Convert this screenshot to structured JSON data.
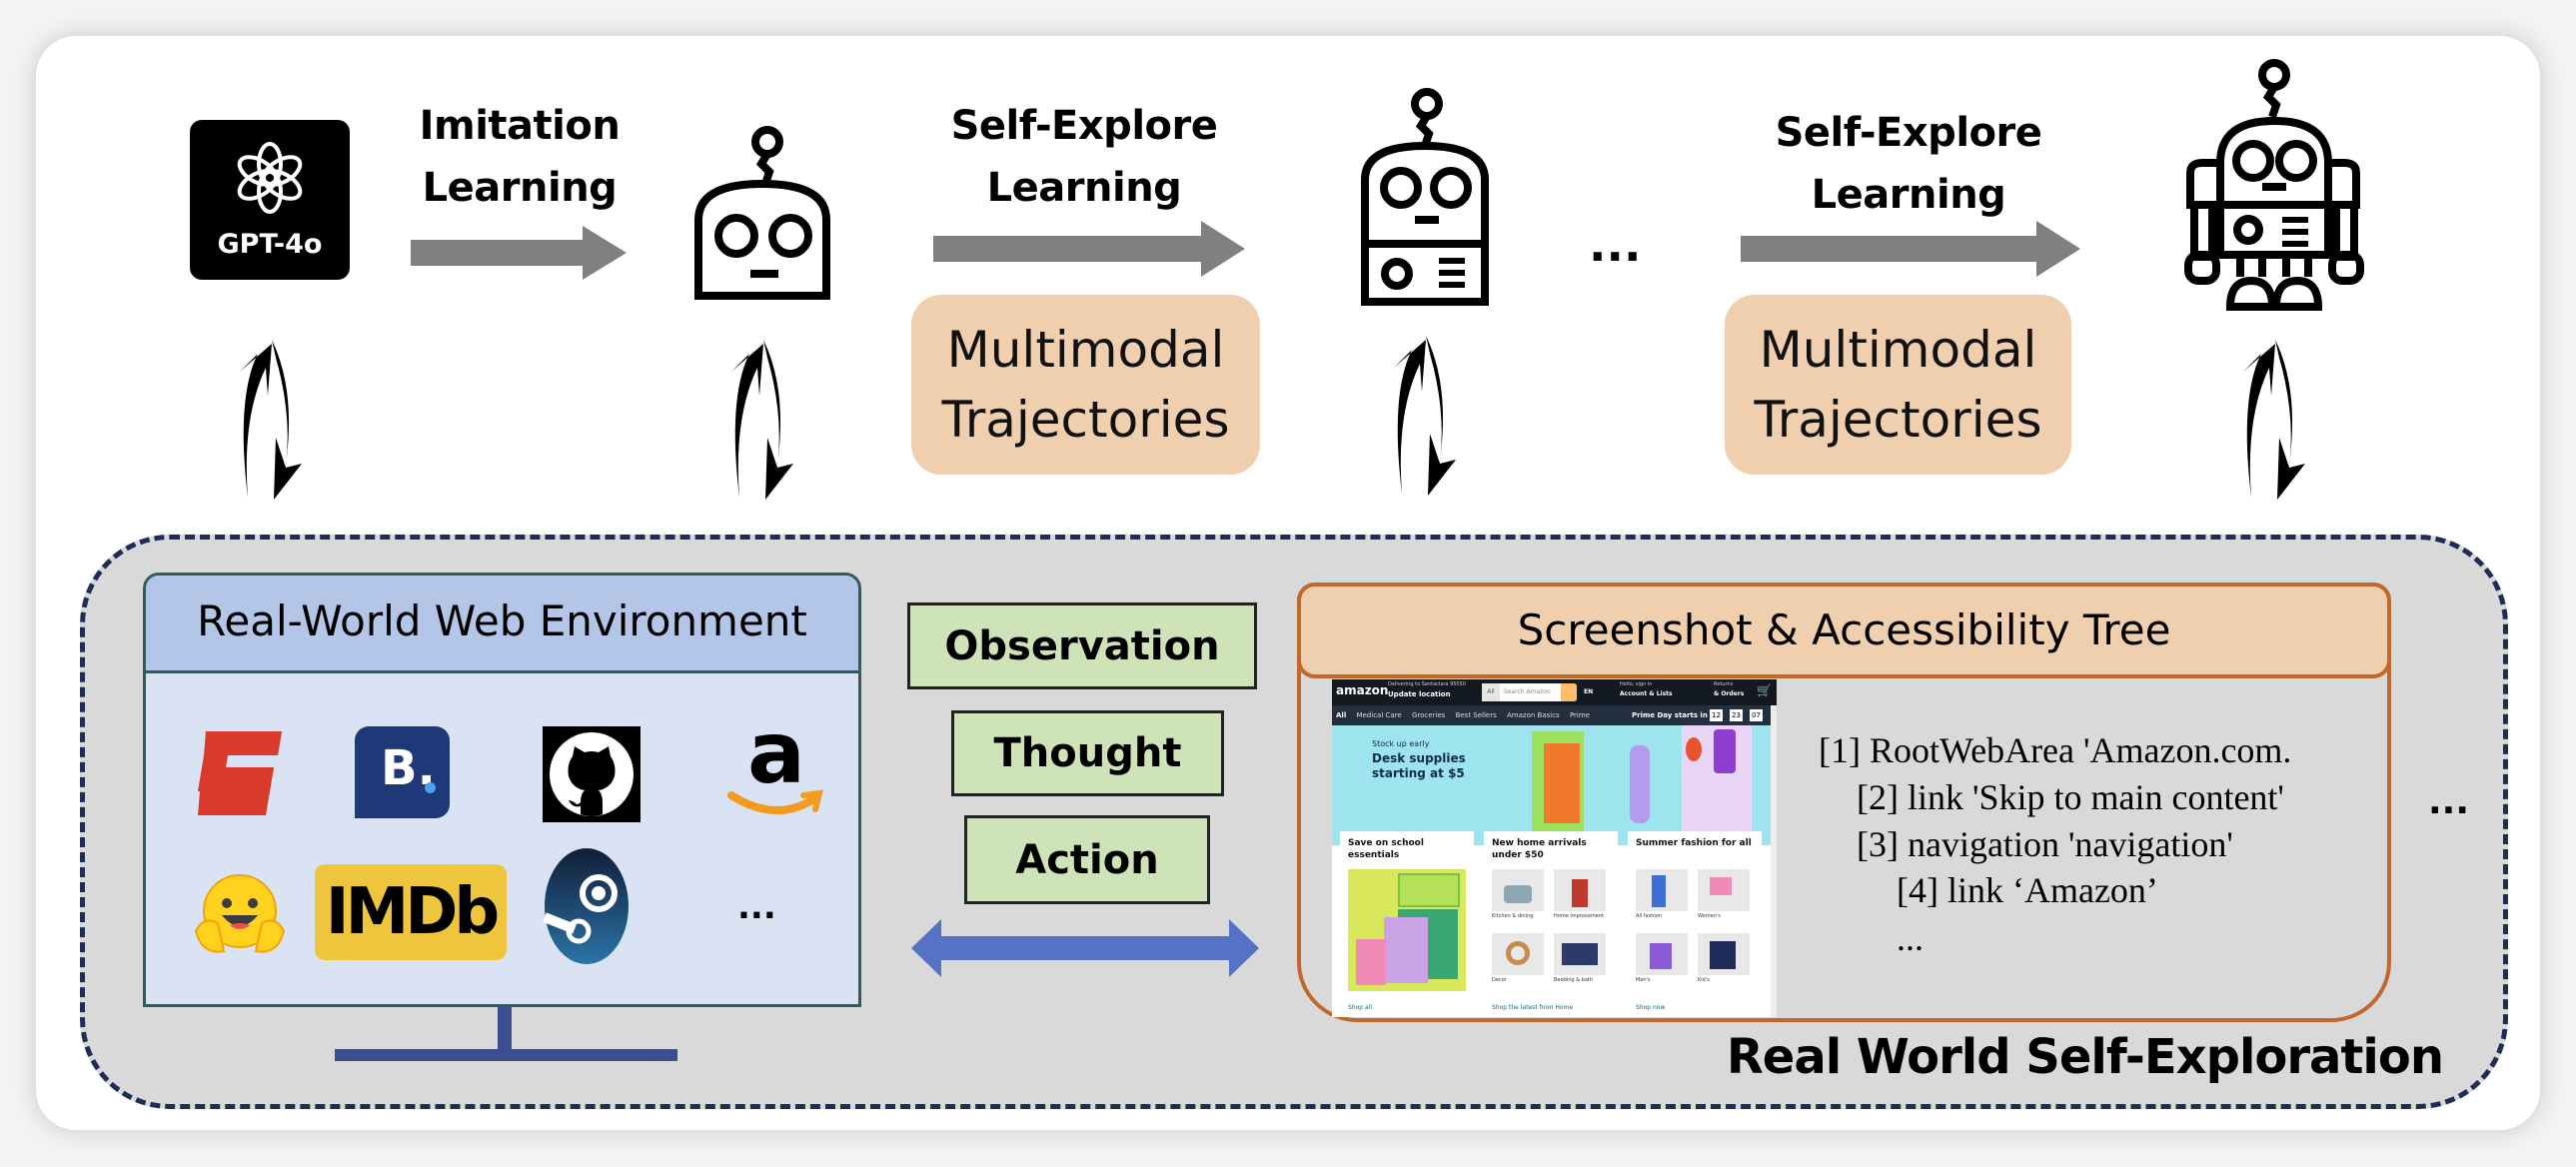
{
  "pipeline": {
    "source_model": {
      "name": "GPT-4o",
      "icon": "openai-logo-icon"
    },
    "stages": [
      {
        "label_line1": "Imitation",
        "label_line2": "Learning",
        "has_trajectories": false
      },
      {
        "label_line1": "Self-Explore",
        "label_line2": "Learning",
        "has_trajectories": true,
        "trajectory_line1": "Multimodal",
        "trajectory_line2": "Trajectories"
      },
      {
        "label_line1": "Self-Explore",
        "label_line2": "Learning",
        "has_trajectories": true,
        "trajectory_line1": "Multimodal",
        "trajectory_line2": "Trajectories"
      }
    ],
    "agents": [
      "robot-head-icon",
      "robot-torso-icon",
      "robot-full-body-icon"
    ],
    "ellipsis": "...",
    "interaction_icon": "cycle-arrows-icon"
  },
  "environment": {
    "title": "Real World Self-Exploration",
    "web_env": {
      "title": "Real-World Web Environment",
      "sites": [
        {
          "name": "ESPN",
          "icon": "espn-logo-icon",
          "color": "#d93a2b"
        },
        {
          "name": "Booking",
          "icon": "booking-logo-icon",
          "text": "B.",
          "color": "#1f3877"
        },
        {
          "name": "GitHub",
          "icon": "github-logo-icon",
          "color": "#000000"
        },
        {
          "name": "Amazon",
          "icon": "amazon-logo-icon",
          "text": "a",
          "color": "#f29b1f"
        },
        {
          "name": "Hugging Face",
          "icon": "hugging-face-logo-icon",
          "color": "#ffd21e"
        },
        {
          "name": "IMDb",
          "icon": "imdb-logo-icon",
          "text": "IMDb",
          "color": "#eec53c"
        },
        {
          "name": "Steam",
          "icon": "steam-logo-icon",
          "color": "#1b2b52"
        }
      ],
      "more": "..."
    },
    "loop": {
      "observation": "Observation",
      "thought": "Thought",
      "action": "Action"
    },
    "observation_panel": {
      "title": "Screenshot & Accessibility Tree",
      "screenshot": {
        "logo": "amazon",
        "deliver_line1": "Delivering to Santaclara 95050",
        "deliver_line2": "Update location",
        "search_category": "All",
        "search_placeholder": "Search Amazon",
        "lang": "EN",
        "account_line1": "Hello, sign in",
        "account_line2": "Account & Lists",
        "returns_line1": "Returns",
        "returns_line2": "& Orders",
        "cart_count": "0",
        "nav_items": [
          "All",
          "Medical Care",
          "Groceries",
          "Best Sellers",
          "Amazon Basics",
          "Prime"
        ],
        "prime_day_label": "Prime Day starts in",
        "countdown": [
          "12",
          "23",
          "07"
        ],
        "hero_line1": "Stock up early",
        "hero_line2": "Desk supplies",
        "hero_line3": "starting at $5",
        "cards": [
          {
            "title": "Save on school essentials",
            "items": [],
            "link": "Shop all"
          },
          {
            "title": "New home arrivals under $50",
            "items": [
              "Kitchen & dining",
              "Home improvement",
              "Décor",
              "Bedding & bath"
            ],
            "link": "Shop the latest from Home"
          },
          {
            "title": "Summer fashion for all",
            "items": [
              "All fashion",
              "Women's",
              "Men's",
              "Kid's"
            ],
            "link": "Shop now"
          }
        ]
      },
      "tree": [
        "[1] RootWebArea 'Amazon.com.",
        "[2] link 'Skip to main content'",
        "[3] navigation 'navigation'",
        "[4] link ‘Amazon’",
        "..."
      ]
    },
    "more": "..."
  },
  "colors": {
    "arrow_gray": "#808080",
    "trajectory_fill": "#f0cfae",
    "env_fill": "#d9d9d9",
    "env_border": "#1f2d56",
    "monitor_header": "#b4c6e7",
    "monitor_body": "#dae3f3",
    "loop_box": "#cfe3b8",
    "double_arrow": "#5572c5",
    "panel_border": "#c0692a"
  }
}
